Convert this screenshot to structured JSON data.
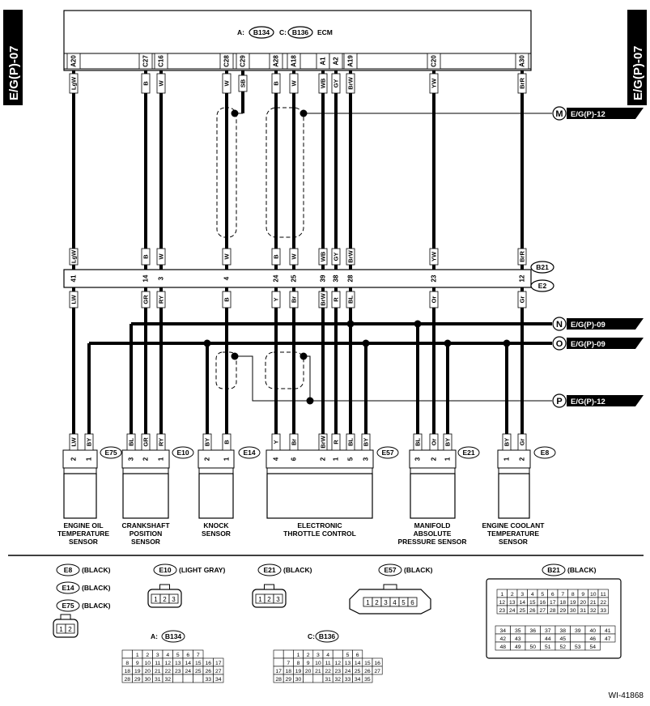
{
  "page_tag": "E/G(P)-07",
  "ecm": {
    "label": "ECM",
    "connector_a_prefix": "A:",
    "connector_a": "B134",
    "connector_c_prefix": "C:",
    "connector_c": "B136"
  },
  "joint_connectors": {
    "upper": "B21",
    "lower": "E2"
  },
  "circuits": [
    {
      "ecm_pin": "A20",
      "ecm_color": "LgW",
      "b21_color": "LgW",
      "joint_pin": "41",
      "e_color": "LW"
    },
    {
      "ecm_pin": "C27",
      "ecm_color": "B",
      "b21_color": "B",
      "joint_pin": "14",
      "e_color": "GR"
    },
    {
      "ecm_pin": "C16",
      "ecm_color": "W",
      "b21_color": "W",
      "joint_pin": "3",
      "e_color": "RY"
    },
    {
      "ecm_pin": "C28",
      "ecm_color": "W",
      "b21_color": "W",
      "joint_pin": "4",
      "e_color": "B"
    },
    {
      "ecm_pin": "C29",
      "ecm_color": "SB",
      "b21_color": "",
      "joint_pin": "",
      "e_color": ""
    },
    {
      "ecm_pin": "A28",
      "ecm_color": "B",
      "b21_color": "B",
      "joint_pin": "24",
      "e_color": "Y"
    },
    {
      "ecm_pin": "A18",
      "ecm_color": "W",
      "b21_color": "W",
      "joint_pin": "25",
      "e_color": "Br"
    },
    {
      "ecm_pin": "A1",
      "ecm_color": "WB",
      "b21_color": "WB",
      "joint_pin": "39",
      "e_color": "BrW"
    },
    {
      "ecm_pin": "A2",
      "ecm_color": "GY",
      "b21_color": "GY",
      "joint_pin": "38",
      "e_color": "R"
    },
    {
      "ecm_pin": "A19",
      "ecm_color": "BrW",
      "b21_color": "BrW",
      "joint_pin": "28",
      "e_color": "BL"
    },
    {
      "ecm_pin": "C20",
      "ecm_color": "YW",
      "b21_color": "YW",
      "joint_pin": "23",
      "e_color": "Or"
    },
    {
      "ecm_pin": "A30",
      "ecm_color": "BrR",
      "b21_color": "BrR",
      "joint_pin": "12",
      "e_color": "Gr"
    }
  ],
  "references": [
    {
      "letter": "M",
      "ref": "E/G(P)-12"
    },
    {
      "letter": "N",
      "ref": "E/G(P)-09"
    },
    {
      "letter": "O",
      "ref": "E/G(P)-09"
    },
    {
      "letter": "P",
      "ref": "E/G(P)-12"
    }
  ],
  "components": [
    {
      "connector": "E75",
      "name_lines": [
        "ENGINE OIL",
        "TEMPERATURE",
        "SENSOR"
      ],
      "pins": [
        {
          "n": "2",
          "c": "LW"
        },
        {
          "n": "1",
          "c": "BY"
        }
      ]
    },
    {
      "connector": "E10",
      "name_lines": [
        "CRANKSHAFT",
        "POSITION",
        "SENSOR"
      ],
      "pins": [
        {
          "n": "3",
          "c": "BL"
        },
        {
          "n": "2",
          "c": "GR"
        },
        {
          "n": "1",
          "c": "RY"
        }
      ]
    },
    {
      "connector": "E14",
      "name_lines": [
        "KNOCK",
        "SENSOR"
      ],
      "pins": [
        {
          "n": "2",
          "c": "BY"
        },
        {
          "n": "1",
          "c": "B"
        }
      ]
    },
    {
      "connector": "E57",
      "name_lines": [
        "ELECTRONIC",
        "THROTTLE CONTROL"
      ],
      "pins": [
        {
          "n": "4",
          "c": "Y"
        },
        {
          "n": "6",
          "c": "Br"
        },
        {
          "n": "2",
          "c": "BrW"
        },
        {
          "n": "1",
          "c": "R"
        },
        {
          "n": "5",
          "c": "BL"
        },
        {
          "n": "3",
          "c": "BY"
        }
      ]
    },
    {
      "connector": "E21",
      "name_lines": [
        "MANIFOLD",
        "ABSOLUTE",
        "PRESSURE SENSOR"
      ],
      "pins": [
        {
          "n": "3",
          "c": "BL"
        },
        {
          "n": "2",
          "c": "Or"
        },
        {
          "n": "1",
          "c": "BY"
        }
      ]
    },
    {
      "connector": "E8",
      "name_lines": [
        "ENGINE COOLANT",
        "TEMPERATURE",
        "SENSOR"
      ],
      "pins": [
        {
          "n": "1",
          "c": "BY"
        },
        {
          "n": "2",
          "c": "Gr"
        }
      ]
    }
  ],
  "connector_views": {
    "e8": {
      "name": "E8",
      "desc": "(BLACK)"
    },
    "e14": {
      "name": "E14",
      "desc": "(BLACK)"
    },
    "e75": {
      "name": "E75",
      "desc": "(BLACK)"
    },
    "e10": {
      "name": "E10",
      "desc": "(LIGHT GRAY)"
    },
    "e21": {
      "name": "E21",
      "desc": "(BLACK)"
    },
    "e57": {
      "name": "E57",
      "desc": "(BLACK)"
    },
    "b21": {
      "name": "B21",
      "desc": "(BLACK)"
    },
    "a_label": "A:",
    "a_name": "B134",
    "c_label": "C:",
    "c_name": "B136",
    "small2": [
      "1",
      "2"
    ],
    "small3": [
      "1",
      "2",
      "3"
    ],
    "small6": [
      "1",
      "2",
      "3",
      "4",
      "5",
      "6"
    ]
  },
  "figure_id": "WI-41868"
}
